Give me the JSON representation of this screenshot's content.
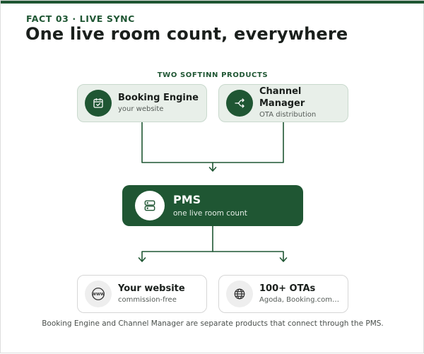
{
  "header": {
    "kicker": "FACT 03 · LIVE SYNC",
    "title": "One live room count, everywhere"
  },
  "products": {
    "group_label": "TWO SOFTINN PRODUCTS",
    "booking_engine": {
      "title": "Booking Engine",
      "subtitle": "your website",
      "icon": "calendar-check-icon"
    },
    "channel_manager": {
      "title": "Channel Manager",
      "subtitle": "OTA distribution",
      "icon": "share-arrows-icon"
    }
  },
  "pms": {
    "title": "PMS",
    "subtitle": "one live room count",
    "icon": "server-icon"
  },
  "outputs": {
    "website": {
      "title": "Your website",
      "subtitle": "commission-free",
      "icon": "www-icon"
    },
    "otas": {
      "title": "100+ OTAs",
      "subtitle": "Agoda, Booking.com…",
      "icon": "globe-icon"
    }
  },
  "footnote": "Booking Engine and Channel Manager are separate products that connect through the PMS.",
  "colors": {
    "accent": "#1f5633",
    "source_card_bg": "#e8efe9",
    "text_dark": "#1a1f1c"
  }
}
